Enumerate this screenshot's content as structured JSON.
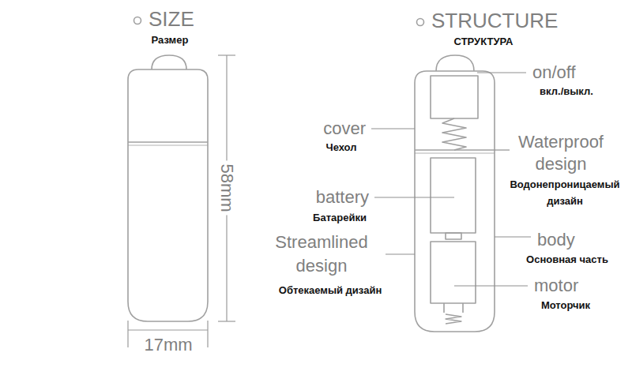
{
  "diagram": {
    "labels": [
      "SIZE",
      "Размер",
      "58mm",
      "17mm",
      "STRUCTURE",
      "СТРУКТУРА",
      "on/off",
      "вкл./выкл.",
      "cover",
      "Чехол",
      "Waterproof design",
      "Водонепроницаемый дизайн",
      "battery",
      "Батарейки",
      "Streamlined design",
      "Обтекаемый дизайн",
      "body",
      "Основная часть",
      "motor",
      "Моторчик"
    ]
  }
}
